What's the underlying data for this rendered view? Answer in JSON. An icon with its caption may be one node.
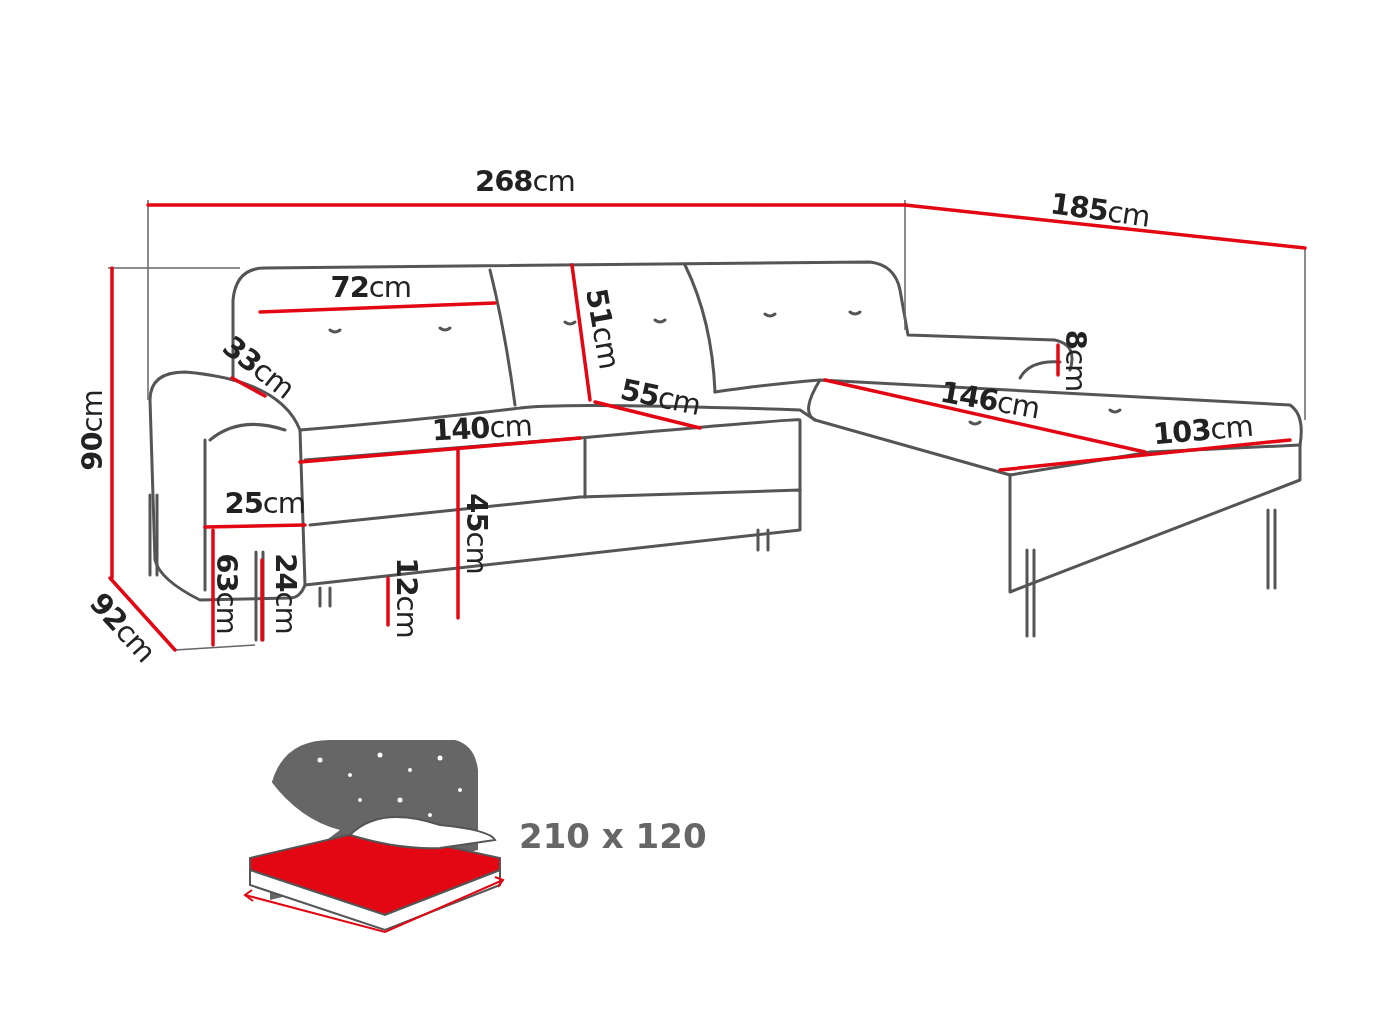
{
  "diagram": {
    "labels": [
      "**268**cm",
      "**185**cm",
      "**72**cm",
      "**51**cm",
      "**8**cm",
      "**33**cm",
      "**55**cm",
      "**146**cm",
      "**90**cm",
      "**140**cm",
      "**103**cm",
      "**25**cm",
      "**45**cm",
      "**63**cm",
      "**24**cm",
      "**12**cm",
      "**92**cm",
      "210 x 120"
    ]
  }
}
